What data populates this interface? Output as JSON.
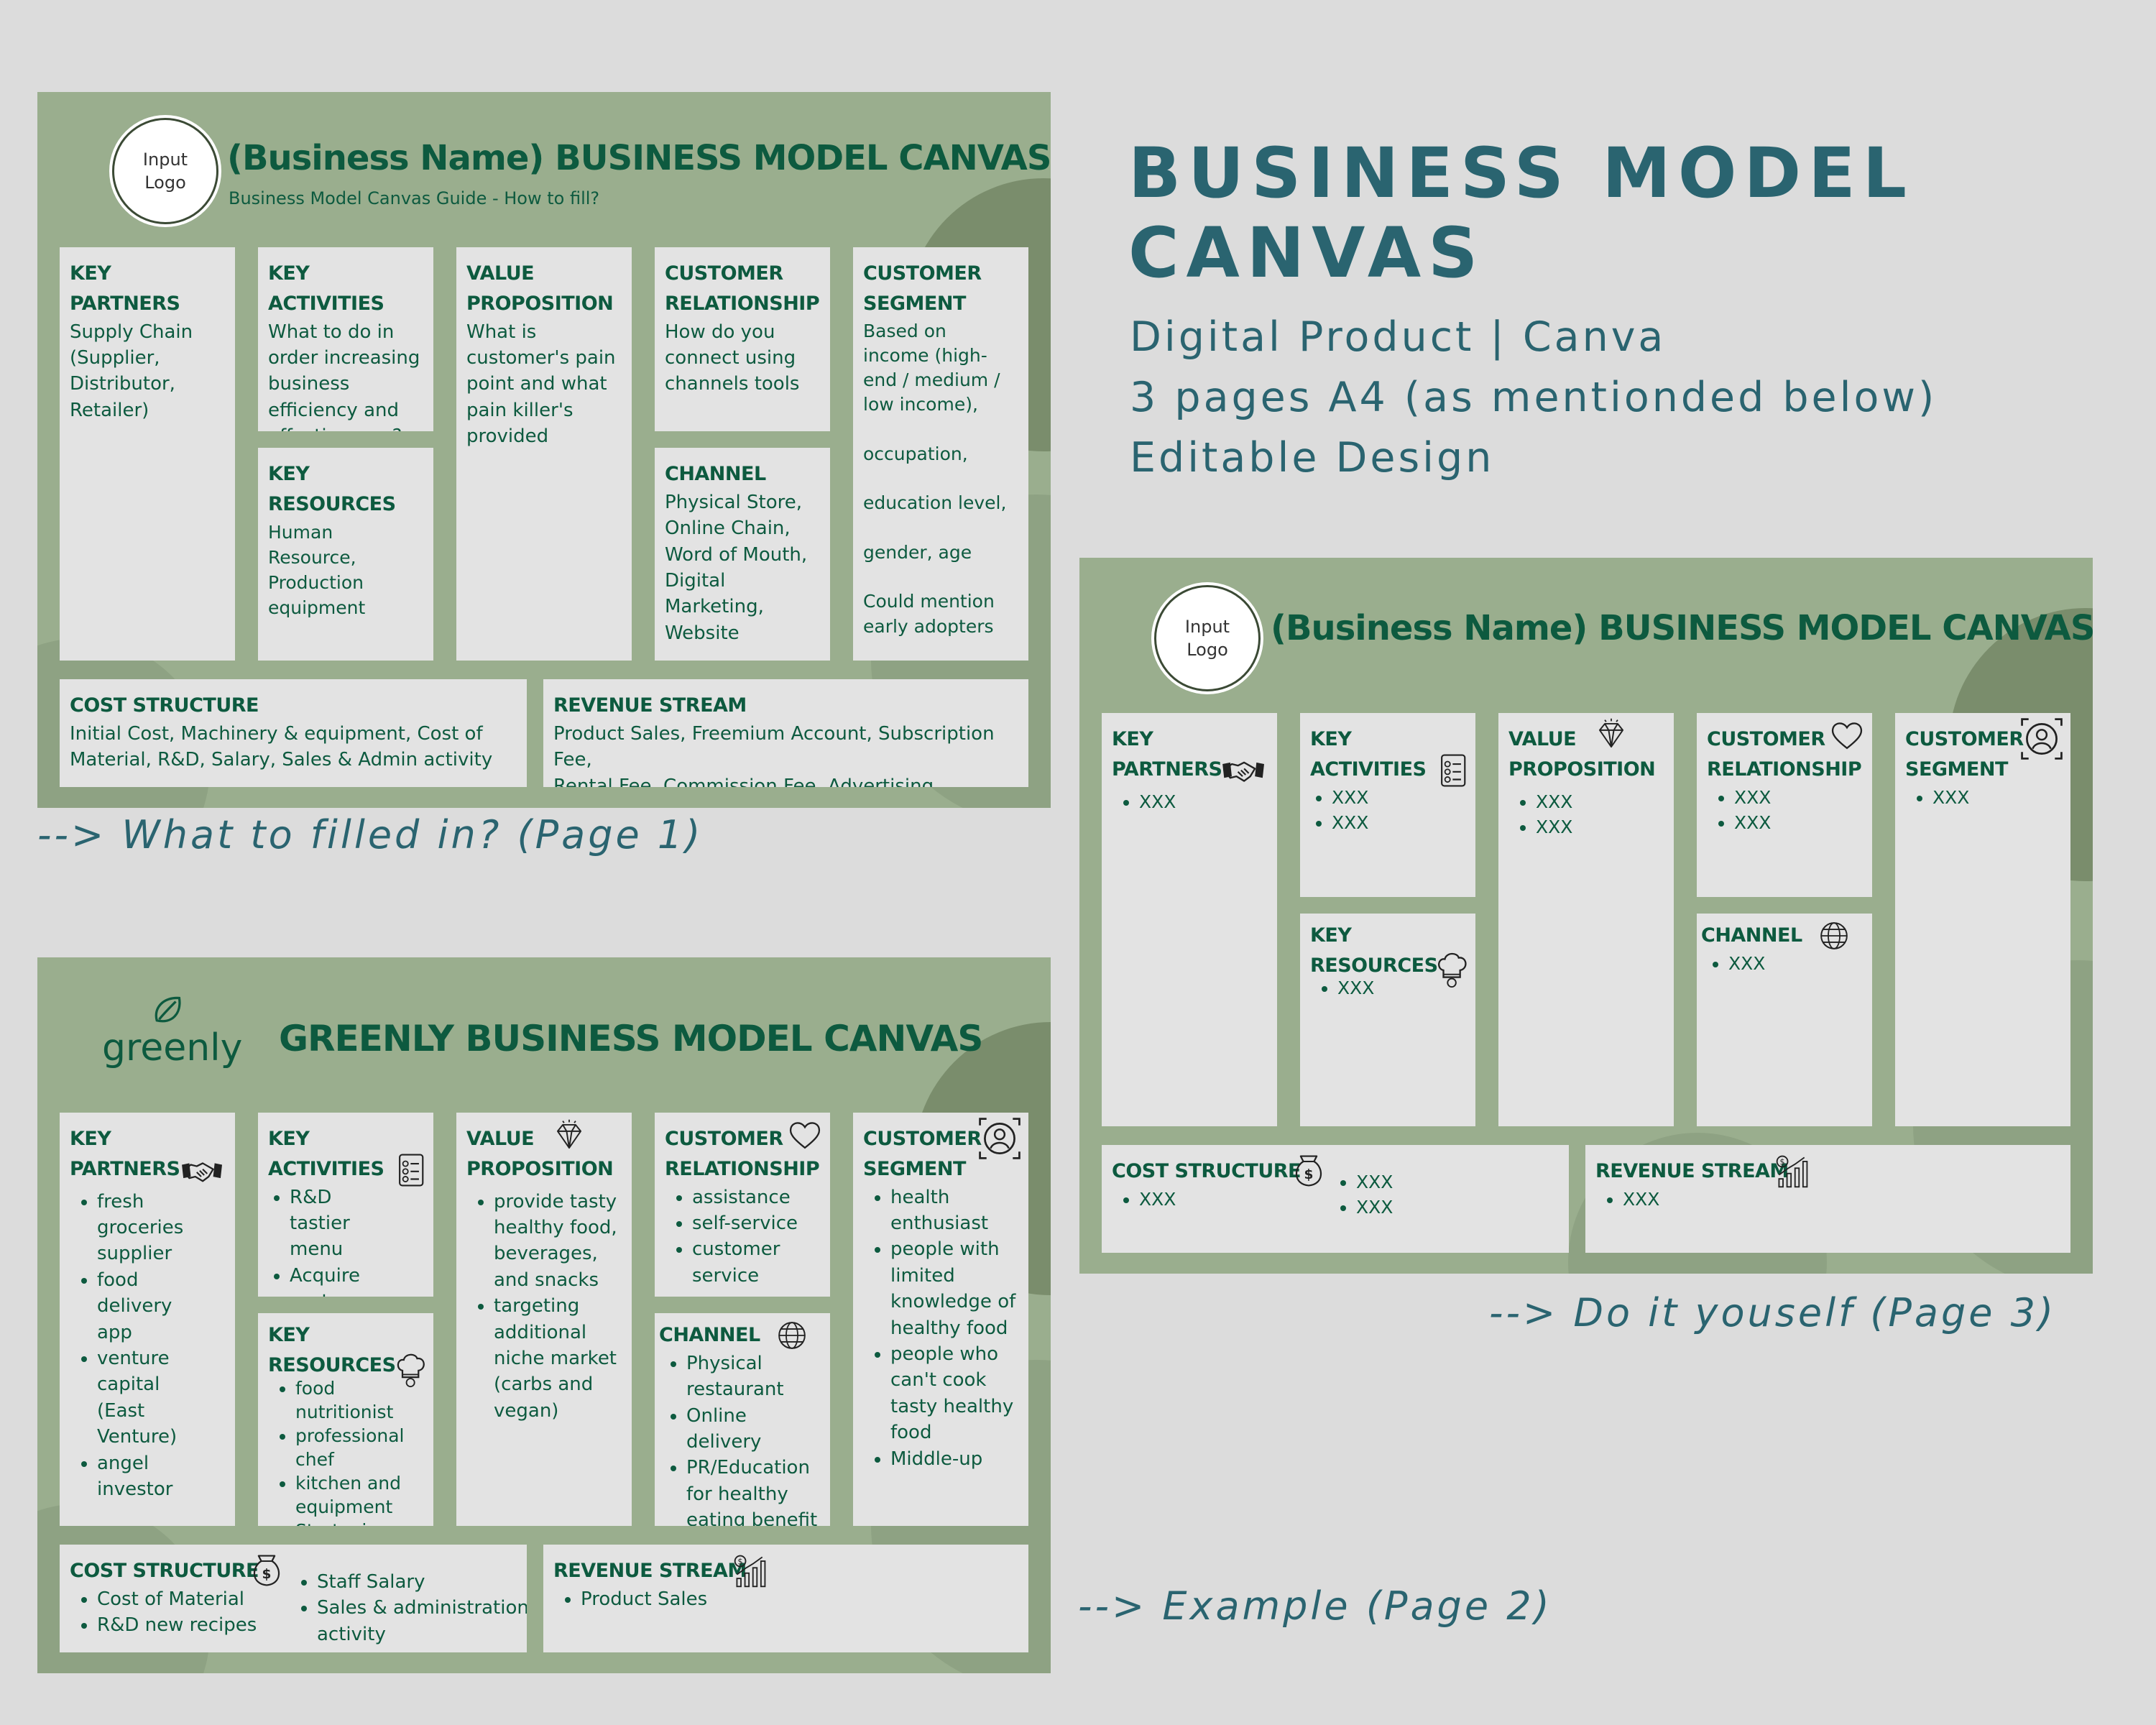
{
  "hero": {
    "title_line1": "BUSINESS MODEL",
    "title_line2": "CANVAS",
    "line1": "Digital Product | Canva",
    "line2": "3 pages A4 (as mentionded below)",
    "line3": "Editable Design"
  },
  "notes": {
    "page1": "--> What to filled in? (Page 1)",
    "page2": "--> Example (Page 2)",
    "page3": "--> Do it youself (Page 3)"
  },
  "page1": {
    "logo": "Input\nLogo",
    "title": "(Business Name) BUSINESS MODEL CANVAS",
    "subtitle": "Business Model Canvas Guide - How to fill?",
    "key_partners": {
      "title": "KEY PARTNERS",
      "text": "Supply Chain\n(Supplier,\nDistributor,\nRetailer)"
    },
    "key_activities": {
      "title": "KEY ACTIVITIES",
      "text": "What to do in\norder increasing\nbusiness\nefficiency and\neffectiveness?"
    },
    "key_resources": {
      "title": "KEY RESOURCES",
      "text": "Human Resource,\nProduction\nequipment"
    },
    "value_proposition": {
      "title": "VALUE PROPOSITION",
      "text": "What is\ncustomer's pain\npoint and what\npain killer's\nprovided"
    },
    "customer_relationship": {
      "title": "CUSTOMER RELATIONSHIP",
      "text": "How do you\nconnect using\nchannels tools"
    },
    "channel": {
      "title": "CHANNEL",
      "text": "Physical Store,\nOnline Chain,\nWord of Mouth,\nDigital Marketing,\nWebsite"
    },
    "customer_segment": {
      "title": "CUSTOMER SEGMENT",
      "text": "Based on\nincome (high-\nend / medium /\nlow income),\n\noccupation,\n\n education level,\n\ngender, age\n\nCould mention\nearly adopters"
    },
    "cost_structure": {
      "title": "COST STRUCTURE",
      "text": "Initial Cost, Machinery & equipment, Cost of\nMaterial, R&D, Salary, Sales & Admin activity"
    },
    "revenue_stream": {
      "title": "REVENUE STREAM",
      "text": "Product Sales, Freemium Account, Subscription Fee,\nRental Fee, Commission Fee, Advertising, Licensee"
    }
  },
  "page2": {
    "brand": "greenly",
    "title": "GREENLY BUSINESS MODEL CANVAS",
    "key_partners": {
      "title": "KEY PARTNERS",
      "items": [
        "fresh groceries supplier",
        "food delivery app",
        "venture capital (East Venture)",
        "angel investor"
      ]
    },
    "key_activities": {
      "title": "KEY ACTIVITIES",
      "items": [
        "R&D tastier menu",
        "Acquire customer feedback"
      ]
    },
    "key_resources": {
      "title": "KEY RESOURCES",
      "items": [
        "food nutritionist",
        "professional chef",
        "kitchen and equipment",
        "Strategic location"
      ]
    },
    "value_proposition": {
      "title": "VALUE PROPOSITION",
      "items": [
        "provide tasty healthy food, beverages, and snacks",
        "targeting additional niche market (carbs and vegan)"
      ]
    },
    "customer_relationship": {
      "title": "CUSTOMER RELATIONSHIP",
      "items": [
        "assistance",
        "self-service",
        "customer service"
      ]
    },
    "channel": {
      "title": "CHANNEL",
      "items": [
        "Physical restaurant",
        "Online delivery",
        "PR/Education for healthy eating benefit"
      ]
    },
    "customer_segment": {
      "title": "CUSTOMER SEGMENT",
      "items": [
        "health enthusiast",
        "people with limited knowledge of healthy food",
        "people who can't cook tasty healthy food",
        "Middle-up"
      ]
    },
    "cost_structure": {
      "title": "COST STRUCTURE",
      "items_left": [
        "Cost of Material",
        "R&D new recipes"
      ],
      "items_right": [
        "Staff Salary",
        "Sales & administration activity"
      ]
    },
    "revenue_stream": {
      "title": "REVENUE STREAM",
      "items": [
        "Product Sales"
      ]
    }
  },
  "page3": {
    "logo": "Input\nLogo",
    "title": "(Business Name) BUSINESS MODEL CANVAS",
    "key_partners": {
      "title": "KEY PARTNERS",
      "items": [
        "XXX"
      ]
    },
    "key_activities": {
      "title": "KEY ACTIVITIES",
      "items": [
        "XXX",
        "XXX"
      ]
    },
    "key_resources": {
      "title": "KEY RESOURCES",
      "items": [
        "XXX"
      ]
    },
    "value_proposition": {
      "title": "VALUE PROPOSITION",
      "items": [
        "XXX",
        "XXX"
      ]
    },
    "customer_relationship": {
      "title": "CUSTOMER RELATIONSHIP",
      "items": [
        "XXX",
        "XXX"
      ]
    },
    "channel": {
      "title": "CHANNEL",
      "items": [
        "XXX"
      ]
    },
    "customer_segment": {
      "title": "CUSTOMER SEGMENT",
      "items": [
        "XXX"
      ]
    },
    "cost_structure": {
      "title": "COST STRUCTURE",
      "items_left": [
        "XXX"
      ],
      "items_right": [
        "XXX",
        "XXX"
      ]
    },
    "revenue_stream": {
      "title": "REVENUE STREAM",
      "items": [
        "XXX"
      ]
    }
  },
  "icons": [
    "handshake-icon",
    "checklist-icon",
    "chef-icon",
    "diamond-icon",
    "heart-icon",
    "user-target-icon",
    "globe-icon",
    "money-bag-icon",
    "revenue-chart-icon",
    "leaf-logo-icon"
  ],
  "colors": {
    "background": "#dcdcdc",
    "panel": "#9aae8e",
    "box": "#e3e3e3",
    "heading_green": "#0d5a3f",
    "hero_teal": "#2a6470"
  }
}
